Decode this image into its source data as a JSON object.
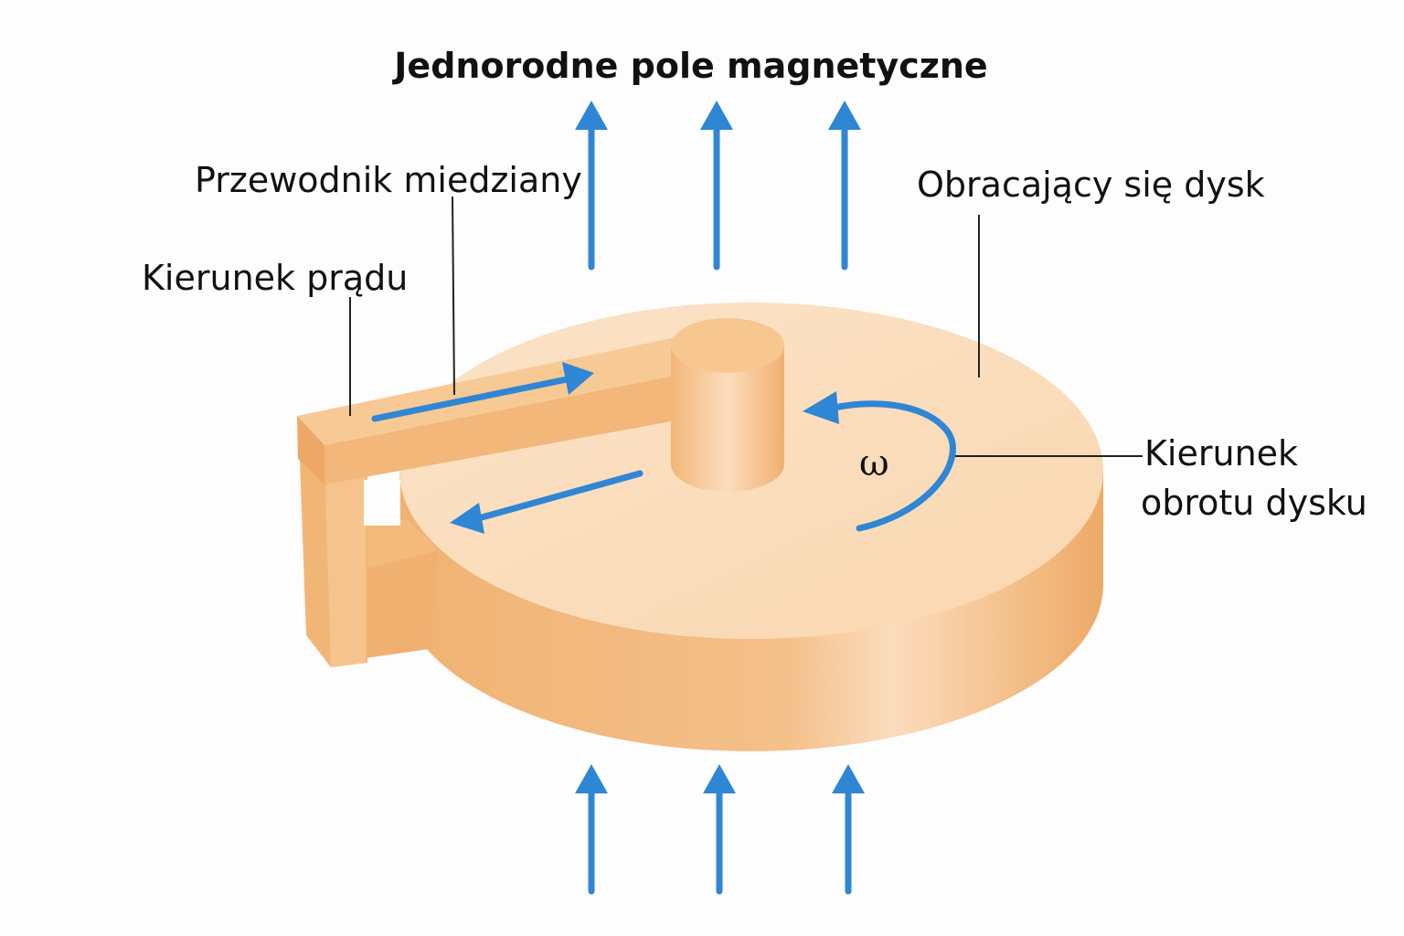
{
  "title": "Jednorodne pole magnetyczne",
  "labels": {
    "conductor": "Przewodnik miedziany",
    "current_direction": "Kierunek prądu",
    "rotating_disk": "Obracający się dysk",
    "rotation_direction_line1": "Kierunek",
    "rotation_direction_line2": "obrotu dysku",
    "omega": "ω"
  },
  "colors": {
    "arrow": "#2f86d4",
    "copper_light": "#fbdcb6",
    "copper_mid": "#f3b97a",
    "copper_dark": "#eaa866",
    "text": "#111111"
  }
}
